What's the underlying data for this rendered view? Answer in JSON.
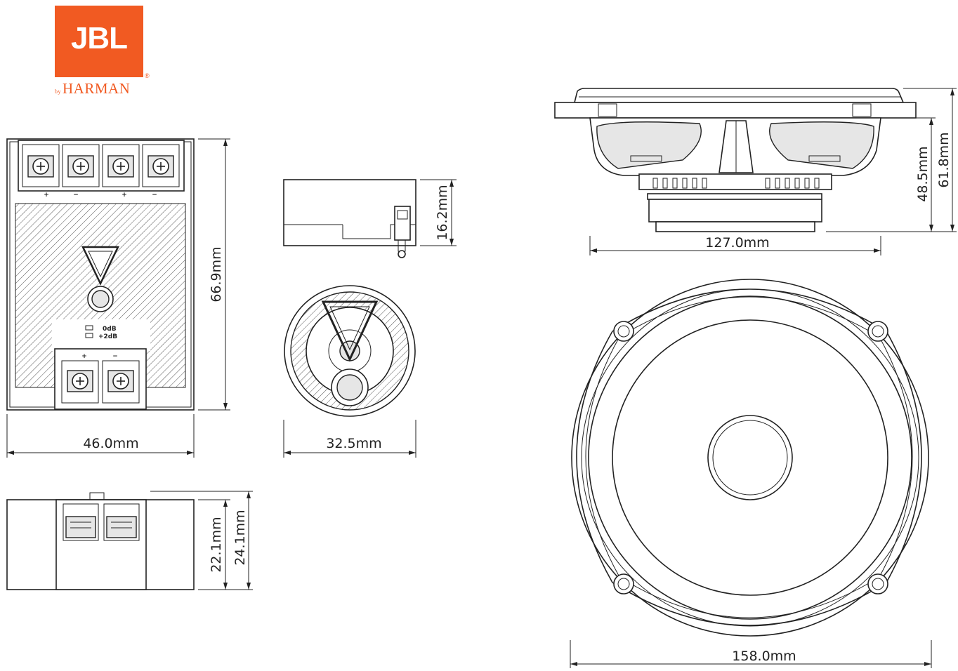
{
  "brand": {
    "logo_text": "JBL",
    "registered_mark": "®",
    "tagline_by": "by",
    "tagline_name": "HARMAN",
    "color": "#f15a22"
  },
  "crossover": {
    "width_label": "46.0mm",
    "height_label": "66.9mm",
    "side_height_inner_label": "22.1mm",
    "side_height_outer_label": "24.1mm",
    "switch_label_0db": "0dB",
    "switch_label_2db": "+2dB"
  },
  "tweeter": {
    "height_label": "16.2mm",
    "diameter_label": "32.5mm"
  },
  "woofer": {
    "depth_inner_label": "48.5mm",
    "depth_outer_label": "61.8mm",
    "mount_diameter_label": "127.0mm",
    "outer_diameter_label": "158.0mm"
  }
}
